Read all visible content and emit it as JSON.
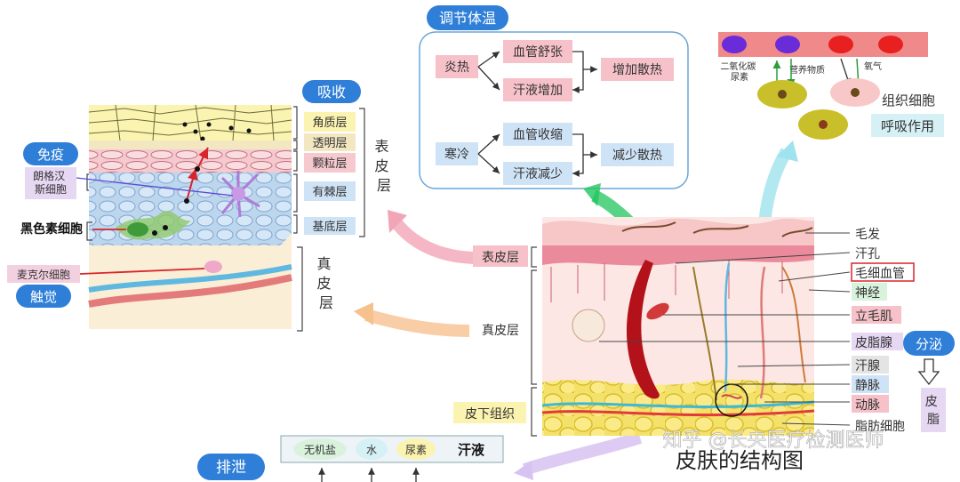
{
  "thermo": {
    "title": "调节体温",
    "hot": "炎热",
    "vessel_dilate": "血管舒张",
    "sweat_up": "汗液增加",
    "more_heat": "增加散热",
    "cold": "寒冷",
    "vessel_constrict": "血管收缩",
    "sweat_down": "汗液减少",
    "less_heat": "减少散热"
  },
  "epidermis": {
    "absorb": "吸收",
    "layers": [
      "角质层",
      "透明层",
      "颗粒层",
      "有棘层",
      "基底层"
    ],
    "group_label": "表皮层",
    "immune": "免疫",
    "langerhans": "朗格汉斯细胞",
    "melanocyte": "黑色素细胞",
    "merkel": "麦克尔细胞",
    "touch": "触觉",
    "dermis": "真皮层"
  },
  "respiration": {
    "co2_urea": "二氧化碳尿素",
    "nutrients": "营养物质",
    "oxygen": "氧气",
    "tissue_cell": "组织细胞",
    "respiration": "呼吸作用"
  },
  "structure": {
    "left_labels": [
      "表皮层",
      "真皮层",
      "皮下组织"
    ],
    "right_labels": [
      "毛发",
      "汗孔",
      "毛细血管",
      "神经",
      "立毛肌",
      "皮脂腺",
      "汗腺",
      "静脉",
      "动脉",
      "脂肪细胞"
    ],
    "secrete": "分泌",
    "sebum": "皮脂",
    "title": "皮肤的结构图",
    "watermark": "知乎 @长央医疗检测医师"
  },
  "excretion": {
    "label": "排泄",
    "items": [
      "无机盐",
      "水",
      "尿素"
    ],
    "sweat": "汗液"
  },
  "colors": {
    "blue_badge": "#2f7fd8",
    "pink": "#f6c1c8",
    "blue_box": "#cfe3f6",
    "green_box": "#d9f2dc",
    "red": "#d8242b"
  }
}
